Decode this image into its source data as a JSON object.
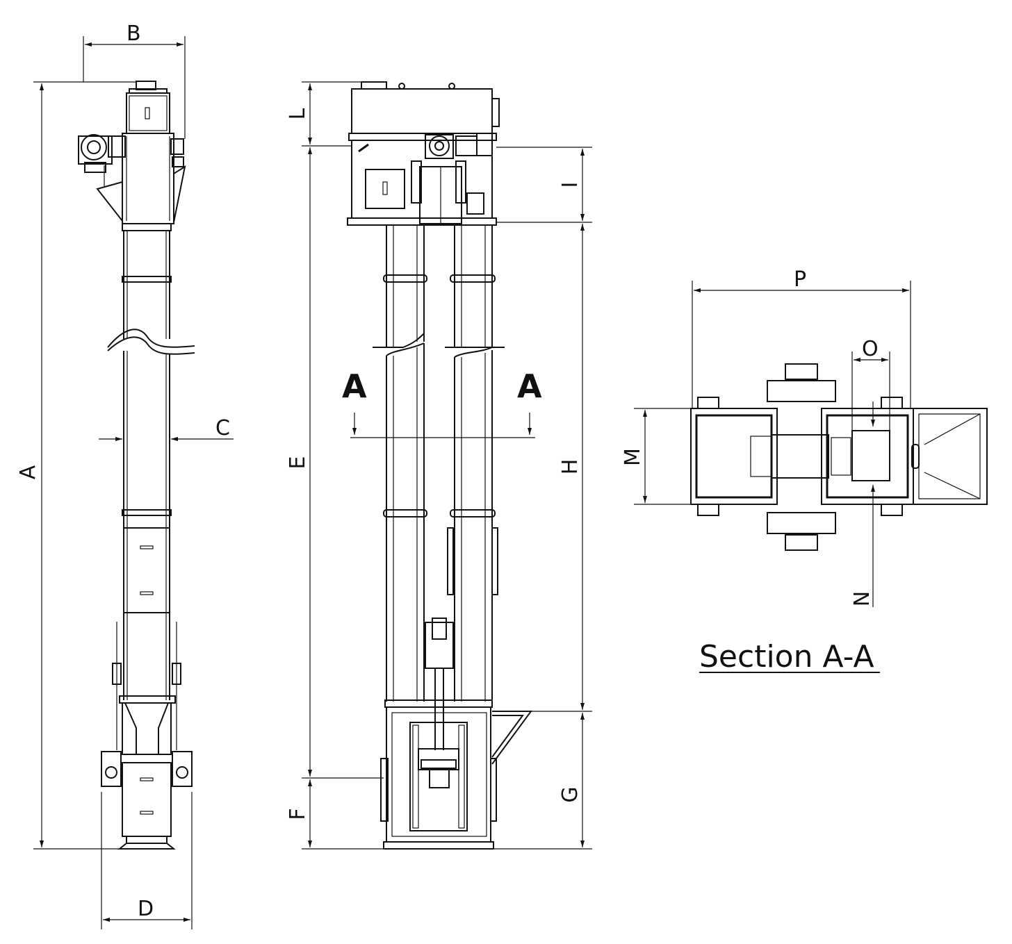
{
  "dimensions": {
    "a": "A",
    "b": "B",
    "c": "C",
    "d": "D",
    "e": "E",
    "f": "F",
    "g": "G",
    "h": "H",
    "i": "I",
    "l": "L",
    "m": "M",
    "n": "N",
    "o": "O",
    "p": "P"
  },
  "section_marks": {
    "left": "A",
    "right": "A"
  },
  "section_title": "Section A-A"
}
